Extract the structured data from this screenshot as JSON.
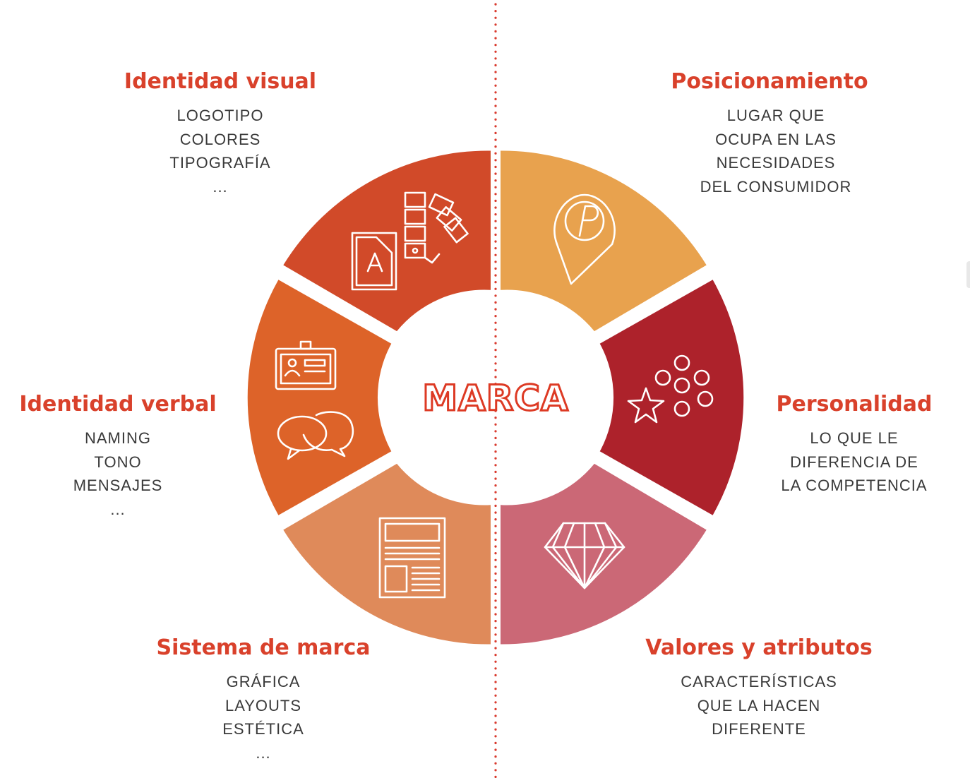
{
  "center": {
    "label": "MARCA"
  },
  "sections": {
    "identidad_visual": {
      "title": "Identidad visual",
      "lines": [
        "LOGOTIPO",
        "COLORES",
        "TIPOGRAFÍA",
        "..."
      ]
    },
    "identidad_verbal": {
      "title": "Identidad verbal",
      "lines": [
        "NAMING",
        "TONO",
        "MENSAJES",
        "..."
      ]
    },
    "sistema_marca": {
      "title": "Sistema de marca",
      "lines": [
        "GRÁFICA",
        "LAYOUTS",
        "ESTÉTICA",
        "..."
      ]
    },
    "posicionamiento": {
      "title": "Posicionamiento",
      "lines": [
        "LUGAR QUE",
        "OCUPA EN LAS",
        "NECESIDADES",
        "DEL CONSUMIDOR"
      ]
    },
    "personalidad": {
      "title": "Personalidad",
      "lines": [
        "LO QUE LE",
        "DIFERENCIA DE",
        "LA COMPETENCIA"
      ]
    },
    "valores": {
      "title": "Valores y atributos",
      "lines": [
        "CARACTERÍSTICAS",
        "QUE LA HACEN",
        "DIFERENTE"
      ]
    }
  },
  "colors": {
    "title_red": "#d9412b",
    "text_gray": "#3a3a3a",
    "identidad_visual": "#d14a29",
    "identidad_verbal": "#dd6329",
    "sistema_marca": "#df8a5a",
    "posicionamiento": "#e8a24e",
    "personalidad": "#ad222b",
    "valores": "#cb6876",
    "divider": "#d93a2e"
  },
  "icons": {
    "identidad_visual": [
      "document-a-icon",
      "color-swatch-icon"
    ],
    "identidad_verbal": [
      "id-badge-icon",
      "speech-bubbles-icon"
    ],
    "sistema_marca": [
      "layout-page-icon"
    ],
    "posicionamiento": [
      "location-pin-icon"
    ],
    "personalidad": [
      "star-dots-icon"
    ],
    "valores": [
      "diamond-icon"
    ]
  }
}
